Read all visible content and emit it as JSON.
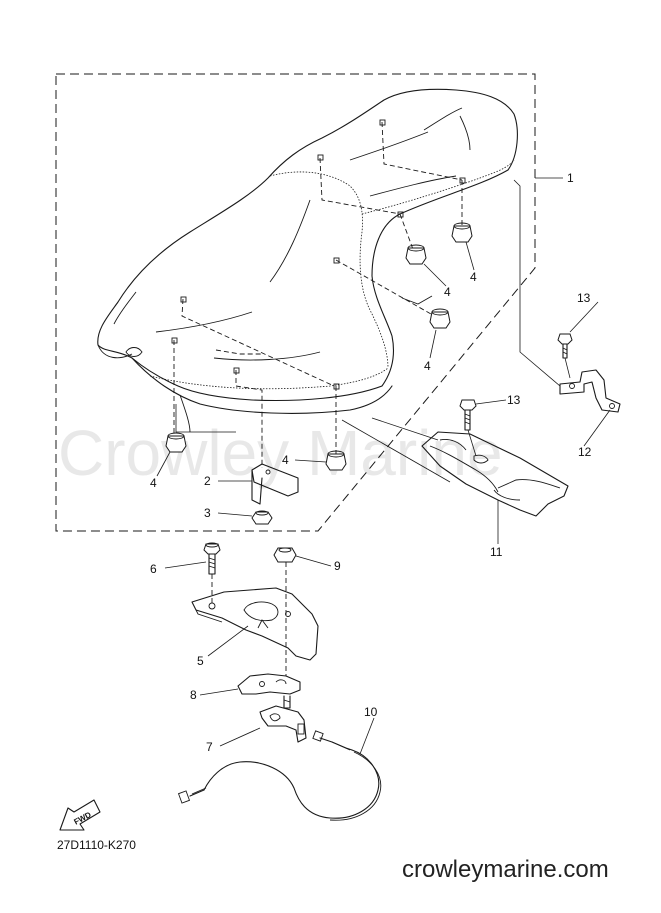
{
  "diagram_code": "27D1110-K270",
  "website": "crowleymarine.com",
  "watermark": "Crowley Marine",
  "fwd_label": "FWD",
  "callouts": [
    {
      "id": "c1",
      "label": "1"
    },
    {
      "id": "c2",
      "label": "2"
    },
    {
      "id": "c3",
      "label": "3"
    },
    {
      "id": "c4a",
      "label": "4"
    },
    {
      "id": "c4b",
      "label": "4"
    },
    {
      "id": "c4c",
      "label": "4"
    },
    {
      "id": "c4d",
      "label": "4"
    },
    {
      "id": "c4e",
      "label": "4"
    },
    {
      "id": "c5",
      "label": "5"
    },
    {
      "id": "c6",
      "label": "6"
    },
    {
      "id": "c7",
      "label": "7"
    },
    {
      "id": "c8",
      "label": "8"
    },
    {
      "id": "c9",
      "label": "9"
    },
    {
      "id": "c10",
      "label": "10"
    },
    {
      "id": "c11",
      "label": "11"
    },
    {
      "id": "c12",
      "label": "12"
    },
    {
      "id": "c13a",
      "label": "13"
    },
    {
      "id": "c13b",
      "label": "13"
    }
  ]
}
